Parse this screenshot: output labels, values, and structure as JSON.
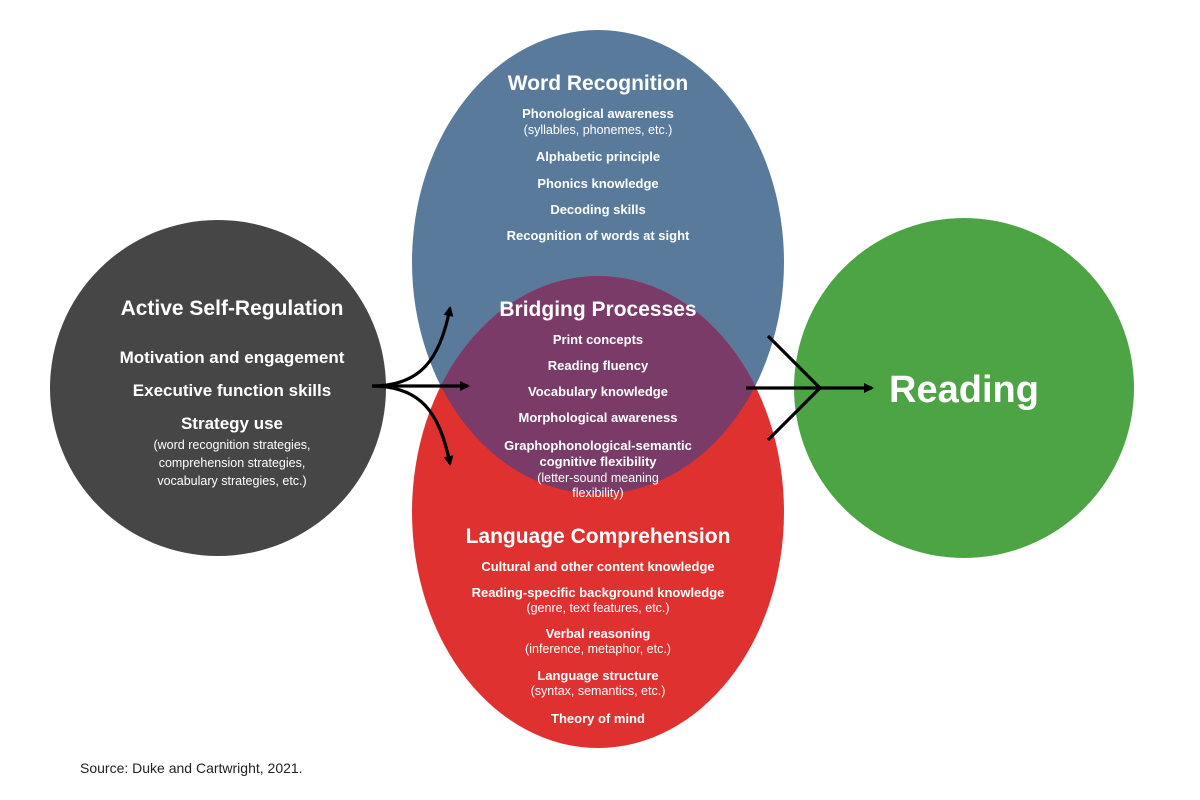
{
  "colors": {
    "self_regulation": "#464646",
    "word_recognition": "#5a7a9c",
    "language_comprehension": "#e03131",
    "bridging": "#7a3b68",
    "reading": "#4ca444",
    "arrow": "#000000"
  },
  "self_regulation": {
    "title": "Active Self-Regulation",
    "items": [
      "Motivation and engagement",
      "Executive function skills",
      "Strategy use"
    ],
    "strategy_details": [
      "(word recognition strategies,",
      "comprehension strategies,",
      "vocabulary strategies, etc.)"
    ]
  },
  "word_recognition": {
    "title": "Word Recognition",
    "item1": "Phonological awareness",
    "item1_detail": "(syllables, phonemes, etc.)",
    "item2": "Alphabetic principle",
    "item3": "Phonics knowledge",
    "item4": "Decoding skills",
    "item5": "Recognition of words at sight"
  },
  "bridging": {
    "title": "Bridging Processes",
    "items": [
      "Print concepts",
      "Reading fluency",
      "Vocabulary knowledge",
      "Morphological awareness"
    ],
    "last_item": [
      "Graphophonological-semantic",
      "cognitive flexibility"
    ],
    "last_detail": [
      "(letter-sound meaning",
      "flexibility)"
    ]
  },
  "language_comprehension": {
    "title": "Language Comprehension",
    "item1": "Cultural and other content knowledge",
    "item2": "Reading-specific background knowledge",
    "item2_detail": "(genre, text features, etc.)",
    "item3": "Verbal reasoning",
    "item3_detail": "(inference, metaphor, etc.)",
    "item4": "Language structure",
    "item4_detail": "(syntax, semantics, etc.)",
    "item5": "Theory of mind"
  },
  "reading": {
    "title": "Reading"
  },
  "source": "Source: Duke and Cartwright, 2021."
}
